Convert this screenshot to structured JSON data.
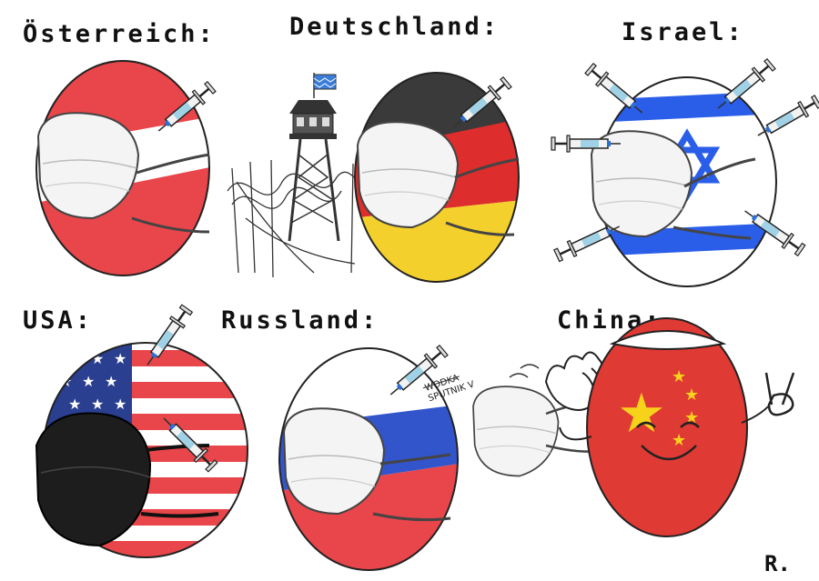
{
  "labels": {
    "austria": "Österreich:",
    "germany": "Deutschland:",
    "israel": "Israel:",
    "usa": "USA:",
    "russia": "Russland:",
    "china": "China:"
  },
  "syringe_text": {
    "struck": "WODKA",
    "name": "SPUTNIK V"
  },
  "signature": "R.",
  "colors": {
    "austria_red": "#e8464a",
    "germany_black": "#3a3a3a",
    "germany_red": "#dd2d2d",
    "germany_gold": "#f4d02c",
    "israel_blue": "#2a5ee8",
    "usa_red": "#e8464a",
    "usa_blue": "#2a3f8f",
    "russia_blue": "#3355cc",
    "russia_red": "#e8464a",
    "china_red": "#e03a35",
    "china_star": "#f7d21a",
    "bavaria_blue": "#3b7dd8"
  },
  "icons": [
    "syringe-icon",
    "face-mask-icon",
    "watchtower-icon",
    "barbed-wire-icon",
    "star-of-david-icon",
    "chinese-hat-icon",
    "waving-hand-icon",
    "peace-sign-hand-icon"
  ]
}
